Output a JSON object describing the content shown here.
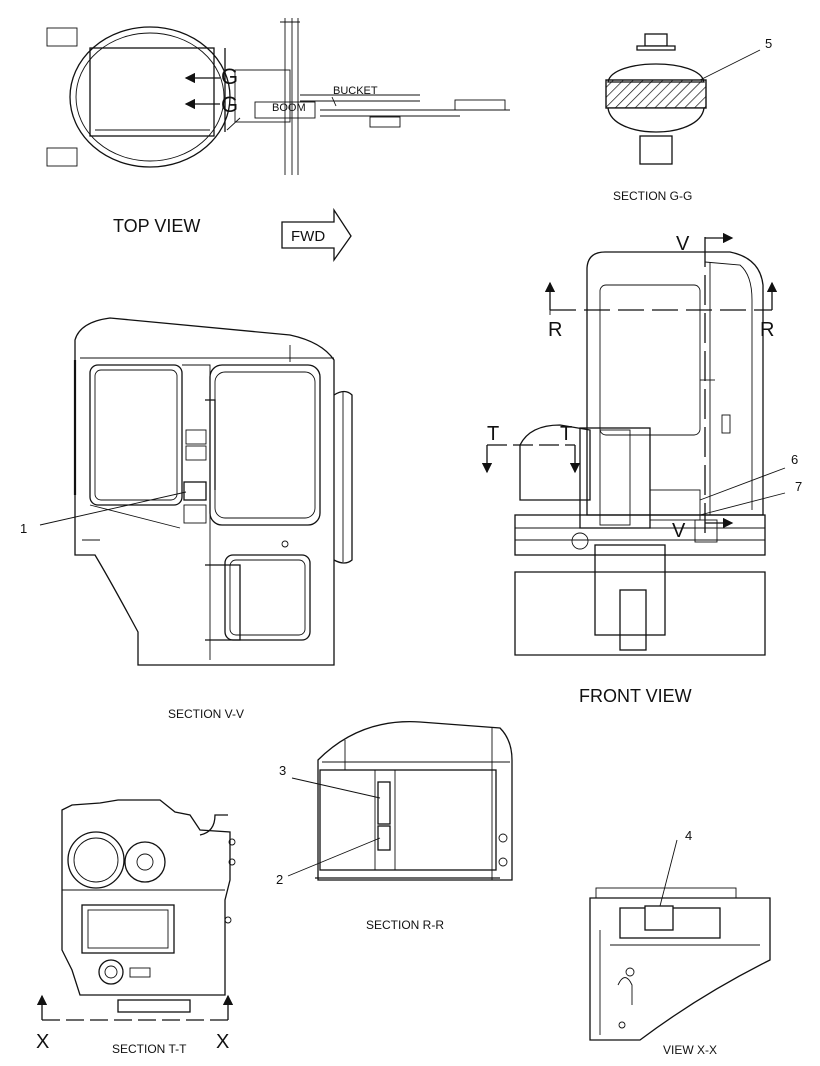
{
  "views": {
    "top_view": "TOP VIEW",
    "fwd": "FWD",
    "section_gg": "SECTION G-G",
    "section_vv": "SECTION V-V",
    "front_view": "FRONT VIEW",
    "section_rr": "SECTION R-R",
    "section_tt": "SECTION T-T",
    "view_xx": "VIEW X-X"
  },
  "top_view_labels": {
    "g1": "G",
    "g2": "G",
    "bucket": "BUCKET",
    "boom": "BOOM"
  },
  "section_markers": {
    "v_top": "V",
    "v_bottom": "V",
    "r_left": "R",
    "r_right": "R",
    "t_left": "T",
    "t_right": "T",
    "x_left": "X",
    "x_right": "X"
  },
  "callouts": {
    "c1": "1",
    "c2": "2",
    "c3": "3",
    "c4": "4",
    "c5": "5",
    "c6": "6",
    "c7": "7"
  }
}
